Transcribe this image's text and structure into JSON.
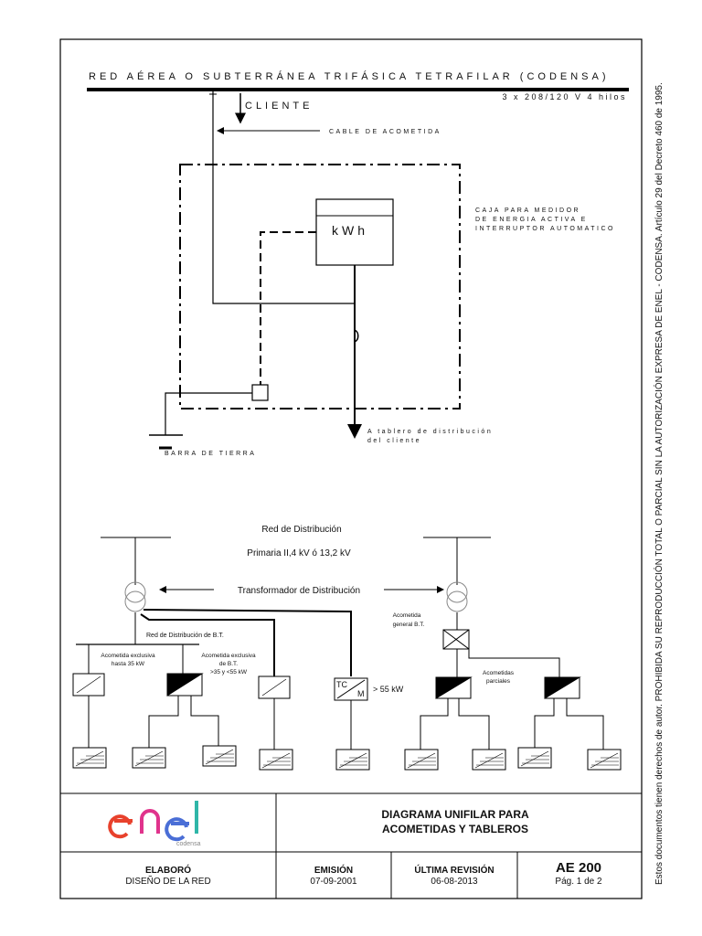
{
  "top_diagram": {
    "title": "RED AÉREA O SUBTERRÁNEA TRIFÁSICA TETRAFILAR (CODENSA)",
    "voltage": "3 x 208/120 V 4 hilos",
    "cliente": "CLIENTE",
    "cable": "CABLE DE ACOMETIDA",
    "caja_1": "CAJA PARA MEDIDOR",
    "caja_2": "DE ENERGIA ACTIVA E",
    "caja_3": "INTERRUPTOR AUTOMATICO",
    "meter": "kWh",
    "tablero_1": "A tablero de distribución",
    "tablero_2": "del cliente",
    "barra": "BARRA DE TIERRA"
  },
  "bottom_diagram": {
    "red": "Red de Distribución",
    "primaria": "Primaria II,4 kV ó 13,2 kV",
    "transformador": "Transformador de Distribución",
    "red_bt": "Red de Distribución de B.T.",
    "exclusiva_35_1": "Acometida exclusiva",
    "exclusiva_35_2": "hasta 35 kW",
    "exclusiva_bt_1": "Acometida exclusiva",
    "exclusiva_bt_2": "de B.T.",
    "exclusiva_bt_3": ">35 y <55 kW",
    "tc": "TC",
    "m": "M",
    "gt55": "> 55 kW",
    "general_1": "Acometida",
    "general_2": "general B.T.",
    "parciales_1": "Acometidas",
    "parciales_2": "parciales"
  },
  "title_block": {
    "logo": "enel",
    "logo_sub": "codensa",
    "title_1": "DIAGRAMA UNIFILAR PARA",
    "title_2": "ACOMETIDAS Y TABLEROS",
    "elaboro_label": "ELABORÓ",
    "elaboro_value": "DISEÑO DE LA RED",
    "emision_label": "EMISIÓN",
    "emision_value": "07-09-2001",
    "revision_label": "ÚLTIMA REVISIÓN",
    "revision_value": "06-08-2013",
    "code": "AE 200",
    "page": "Pág. 1 de 2"
  },
  "side_note": "Estos documentos tienen derechos de autor. PROHIBIDA SU REPRODUCCIÓN TOTAL O PARCIAL SIN LA AUTORIZACIÓN EXPRESA DE ENEL - CODENSA. Artículo 29 del Decreto 460 de 1995."
}
